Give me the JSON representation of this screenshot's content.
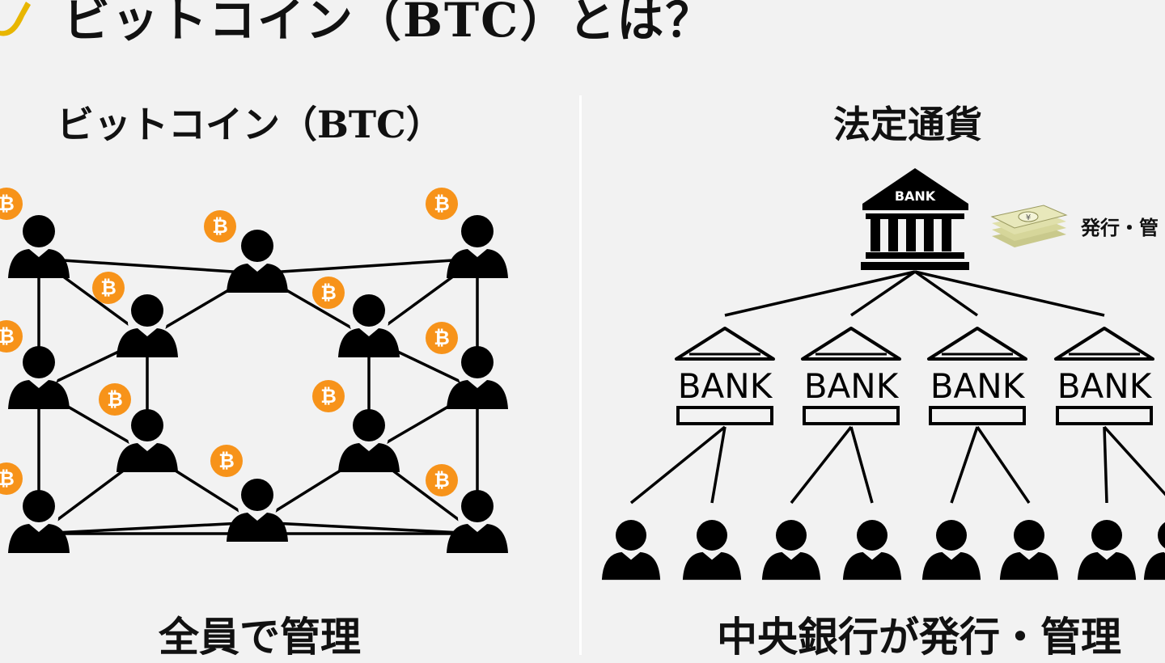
{
  "title": "ビットコイン（BTC）とは？",
  "left": {
    "heading": "ビットコイン（BTC）",
    "caption": "全員で管理",
    "coin_symbol": "₿"
  },
  "right": {
    "heading": "法定通貨",
    "caption": "中央銀行が発行・管理",
    "central_bank_label": "BANK",
    "bank_label": "BANK",
    "issue_label": "発行・管"
  },
  "colors": {
    "background": "#f2f2f2",
    "coin": "#f7931a",
    "ink": "#000000",
    "pencil": "#e8b600",
    "money": "#d9d9a8"
  }
}
